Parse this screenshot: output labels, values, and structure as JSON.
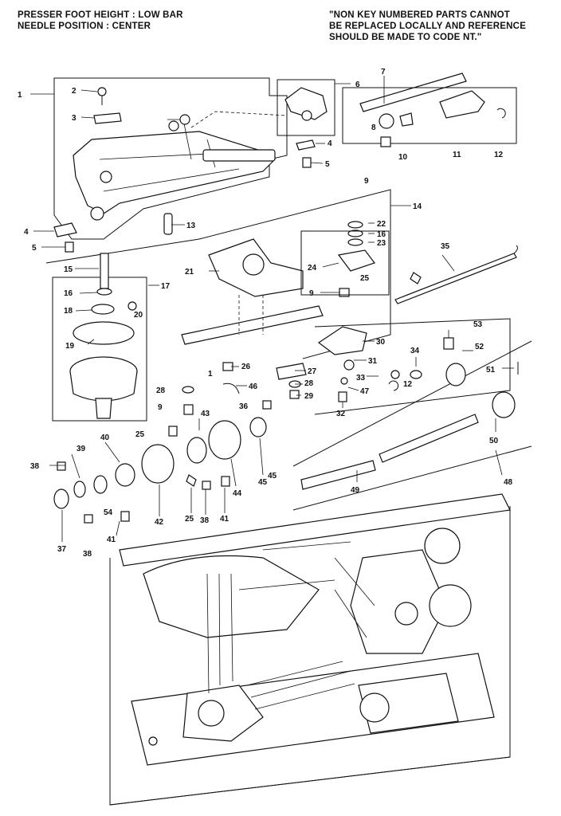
{
  "header": {
    "left": [
      "PRESSER FOOT HEIGHT : LOW BAR",
      "NEEDLE POSITION : CENTER"
    ],
    "right": [
      "\"NON KEY NUMBERED PARTS CANNOT",
      "BE REPLACED LOCALLY AND REFERENCE",
      "SHOULD BE MADE TO CODE NT.\""
    ]
  },
  "callouts": {
    "c1": "1",
    "c2": "2",
    "c3": "3",
    "c4a": "4",
    "c4b": "4",
    "c5a": "5",
    "c5b": "5",
    "c6": "6",
    "c7": "7",
    "c8": "8",
    "c9a": "9",
    "c9b": "9",
    "c9c": "9",
    "c10": "10",
    "c11": "11",
    "c12a": "12",
    "c12b": "12",
    "c13": "13",
    "c14": "14",
    "c15": "15",
    "c16a": "16",
    "c16b": "16",
    "c17": "17",
    "c18": "18",
    "c19": "19",
    "c20": "20",
    "c21": "21",
    "c22": "22",
    "c23": "23",
    "c24": "24",
    "c25a": "25",
    "c25b": "25",
    "c25c": "25",
    "c26": "26",
    "c27": "27",
    "c28a": "28",
    "c28b": "28",
    "c29": "29",
    "c30": "30",
    "c31": "31",
    "c32": "32",
    "c33": "33",
    "c34": "34",
    "c35": "35",
    "c36": "36",
    "c37": "37",
    "c38a": "38",
    "c38b": "38",
    "c38c": "38",
    "c39": "39",
    "c40": "40",
    "c41a": "41",
    "c41b": "41",
    "c42": "42",
    "c43": "43",
    "c44": "44",
    "c45a": "45",
    "c45b": "45",
    "c46": "46",
    "c47": "47",
    "c48": "48",
    "c49": "49",
    "c50": "50",
    "c51": "51",
    "c52": "52",
    "c53": "53",
    "c54": "54",
    "c1b": "1"
  }
}
